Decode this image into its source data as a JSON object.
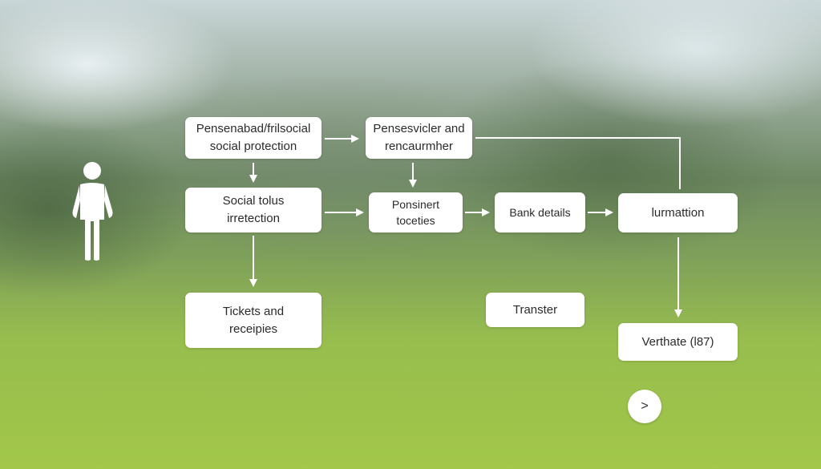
{
  "nodes": {
    "n1": {
      "line1": "Pensenabad/frilsocial",
      "line2": "social protection"
    },
    "n2": {
      "line1": "Pensesvicler and",
      "line2": "rencaurmher"
    },
    "n3": {
      "line1": "Social tolus",
      "line2": "irretection"
    },
    "n4": {
      "line1": "Ponsinert",
      "line2": "toceties"
    },
    "n5": {
      "line1": "Bank details"
    },
    "n6": {
      "line1": "lurmattion"
    },
    "n7": {
      "line1": "Tickets and",
      "line2": "receipies"
    },
    "n8": {
      "line1": "Transter"
    },
    "n9": {
      "line1": "Verthate (l87)"
    }
  },
  "next_button": {
    "label": ">"
  },
  "icons": {
    "person": "person-icon",
    "next": "chevron-right-icon"
  },
  "colors": {
    "node_bg": "#ffffff",
    "arrow": "#ffffff",
    "text": "#2b2b2b"
  }
}
